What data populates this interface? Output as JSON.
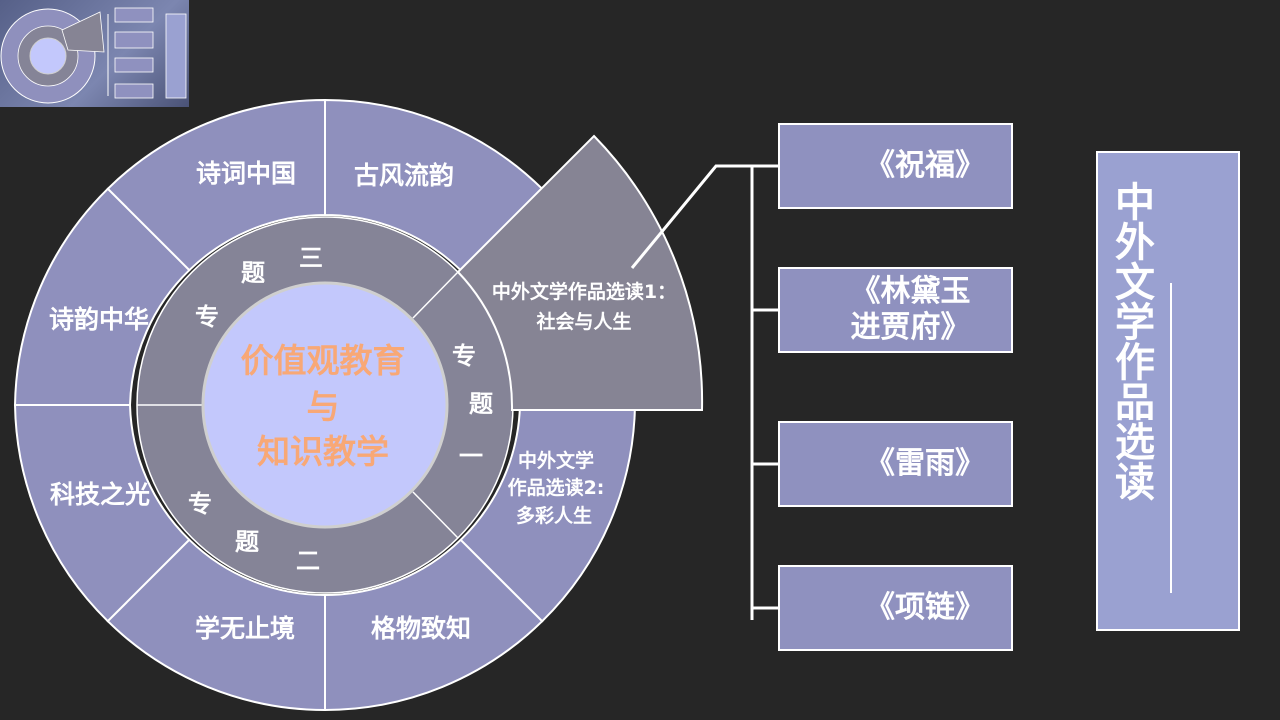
{
  "thumbnail": {
    "caption": "中外文学作品选读"
  },
  "wheel": {
    "center": [
      "价值观教育",
      "与",
      "知识教学"
    ],
    "outer_segments": [
      "诗词中国",
      "古风流韵",
      "诗韵中华",
      "科技之光",
      "学无止境",
      "格物致知"
    ],
    "ring_labels": {
      "topic3": [
        "专",
        "题",
        "三"
      ],
      "topic1": [
        "专",
        "题",
        "一"
      ],
      "topic2": [
        "专",
        "题",
        "二"
      ]
    },
    "highlight_wedge": [
      "中外文学作品选读1：",
      "社会与人生"
    ],
    "lower_right_segment": [
      "中外文学",
      "作品选读2:",
      "多彩人生"
    ]
  },
  "books": [
    {
      "title": "《祝福》"
    },
    {
      "title": "《林黛玉进贾府》"
    },
    {
      "title": "《雷雨》"
    },
    {
      "title": "《项链》"
    }
  ],
  "vertical_title": "中外文学作品选读",
  "colors": {
    "background": "#262626",
    "segment": "#8f90bd",
    "ring": "#858497",
    "hub": "#c3c8fc",
    "hub_text": "#f8a876",
    "line": "#ffffff"
  }
}
